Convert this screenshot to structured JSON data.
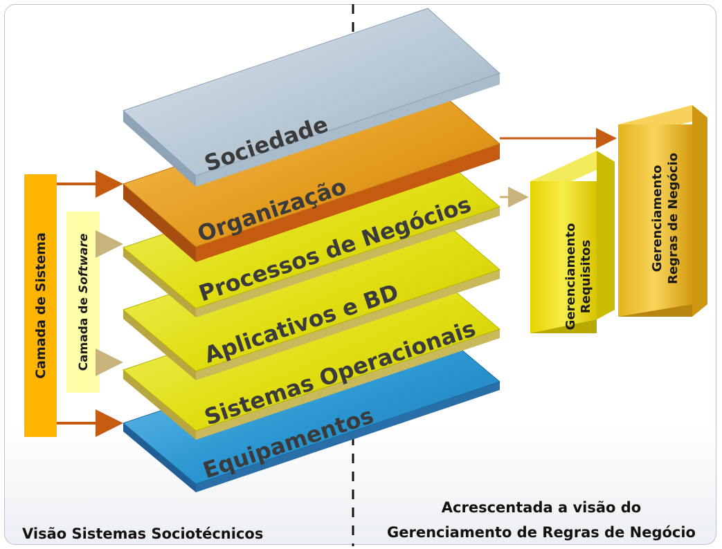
{
  "layers": [
    {
      "label": "Sociedade",
      "color": "#b7c8d6"
    },
    {
      "label": "Organização",
      "color": "#e7a020"
    },
    {
      "label": "Processos de Negócios",
      "color": "#e3e100"
    },
    {
      "label": "Aplicativos e BD",
      "color": "#e3e100"
    },
    {
      "label": "Sistemas Operacionais",
      "color": "#e3e100"
    },
    {
      "label": "Equipamentos",
      "color": "#2f9bd5"
    }
  ],
  "side": {
    "system_layer": "Camada de Sistema",
    "software_prefix": "Camada de ",
    "software_word": "Software"
  },
  "right": {
    "box_requisitos_line1": "Gerenciamento",
    "box_requisitos_line2": "Requisitos",
    "box_regras_line1": "Gerenciamento",
    "box_regras_line2": "Regras de Negócio"
  },
  "captions": {
    "left": "Visão Sistemas Sociotécnicos",
    "right_line1": "Acrescentada a visão do",
    "right_line2": "Gerenciamento de Regras de Negócio"
  },
  "colors": {
    "orange_arrow": "#c55a11",
    "tan_arrow": "#c9b37a",
    "system_bar": "#ffb400",
    "software_bar": "#ffffa8"
  }
}
